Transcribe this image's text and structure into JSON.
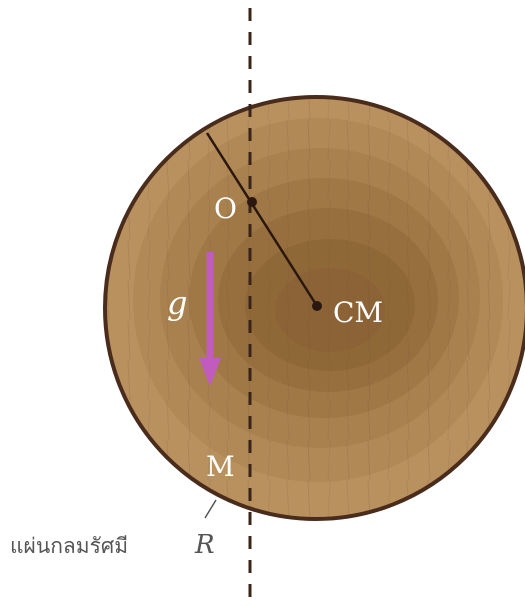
{
  "labels": {
    "pivot": "O",
    "center_of_mass": "CM",
    "gravity": "g",
    "bottom_point": "M",
    "caption": "แผ่นกลมรัศมี",
    "radius_symbol": "R"
  },
  "colors": {
    "disk_rim": "#4a2c1c",
    "wood_light": "#b8915e",
    "wood_mid": "#a27a47",
    "wood_dark": "#8b6336",
    "gravity_arrow": "#c25bc0",
    "axis_dash": "#3a2418",
    "label_on_disk": "#ffffff",
    "caption_text": "#555555"
  },
  "icons": {
    "gravity_arrow": "down-arrow",
    "axis": "dashed-vertical-line"
  }
}
